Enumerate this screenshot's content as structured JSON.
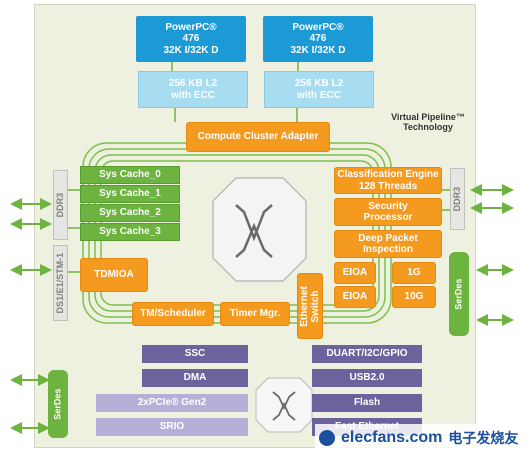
{
  "cpus": [
    {
      "name": "PowerPC®",
      "model": "476",
      "cache": "32K I/32K D"
    },
    {
      "name": "PowerPC®",
      "model": "476",
      "cache": "32K I/32K D"
    }
  ],
  "l2": [
    {
      "size": "256 KB L2",
      "ecc": "with ECC"
    },
    {
      "size": "256 KB L2",
      "ecc": "with ECC"
    }
  ],
  "virtual_pipeline": {
    "line1": "Virtual Pipeline™",
    "line2": "Technology"
  },
  "compute_cluster_adapter": "Compute Cluster Adapter",
  "sys_cache": [
    "Sys Cache_0",
    "Sys Cache_1",
    "Sys Cache_2",
    "Sys Cache_3"
  ],
  "ddr3_left": "DDR3",
  "ddr3_right": "DDR3",
  "ds1": "DS1/E1/STM-1",
  "tdmioa": "TDMIOA",
  "tm_scheduler": "TM/Scheduler",
  "timer_mgr": "Timer Mgr.",
  "ethernet_switch": {
    "line1": "Ethernet",
    "line2": "Switch"
  },
  "classification": {
    "line1": "Classification Engine",
    "line2": "128 Threads"
  },
  "security": {
    "line1": "Security",
    "line2": "Processor"
  },
  "dpi": {
    "line1": "Deep Packet",
    "line2": "Inspection"
  },
  "eioa": [
    "EIOA",
    "EIOA"
  ],
  "speeds": [
    "1G",
    "10G"
  ],
  "serdes": [
    "SerDes",
    "SerDes"
  ],
  "left_bus": [
    "SSC",
    "DMA",
    "2xPCIe® Gen2",
    "SRIO"
  ],
  "right_bus": [
    "DUART/I2C/GPIO",
    "USB2.0",
    "Flash",
    "Fast Ethernet"
  ],
  "watermark": {
    "site": "elecfans.com",
    "cn": "电子发烧友"
  },
  "colors": {
    "cpu": "#1b9ad6",
    "orange": "#f39a1f",
    "green": "#6db33f",
    "purple": "#6d639c",
    "lavender": "#b4b0d8"
  }
}
